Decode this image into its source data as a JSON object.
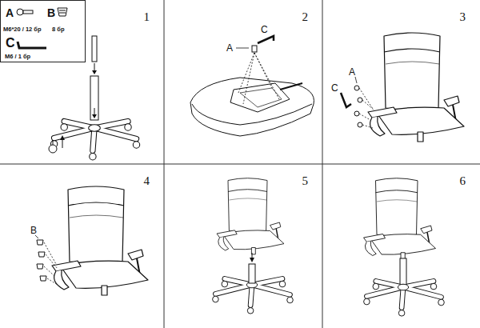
{
  "diagram": {
    "nodes": [
      {
        "text": [
          "1"
        ]
      },
      {
        "text": [
          "2"
        ]
      },
      {
        "text": [
          "3"
        ]
      },
      {
        "text": [
          "4"
        ]
      },
      {
        "text": [
          "5"
        ]
      },
      {
        "text": [
          "6"
        ]
      },
      {
        "text": [
          "A",
          "M6*20 / 12 бр",
          "B",
          "8 бр",
          "C",
          "M6 / 1 бр"
        ],
        "in": 0
      }
    ],
    "labels": [
      "A",
      "C",
      "A",
      "C",
      "B"
    ]
  }
}
